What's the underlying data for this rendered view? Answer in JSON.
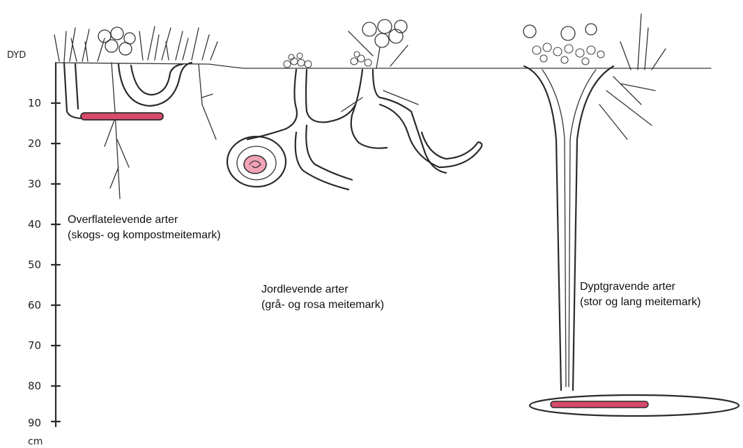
{
  "scale": {
    "header": "DYD",
    "unit": "cm",
    "ticks": [
      "10",
      "20",
      "30",
      "40",
      "50",
      "60",
      "70",
      "80",
      "90"
    ]
  },
  "groups": [
    {
      "name": "Overflatelevende arter",
      "subtitle": "(skogs- og kompostmeitemark)"
    },
    {
      "name": "Jordlevende arter",
      "subtitle": "(grå- og rosa meitemark)"
    },
    {
      "name": "Dyptgravende arter",
      "subtitle": "(stor og lang meitemark)"
    }
  ],
  "colors": {
    "line": "#2a2a2a",
    "worm": "#d64a6a",
    "worm_light": "#f2a3b8"
  }
}
